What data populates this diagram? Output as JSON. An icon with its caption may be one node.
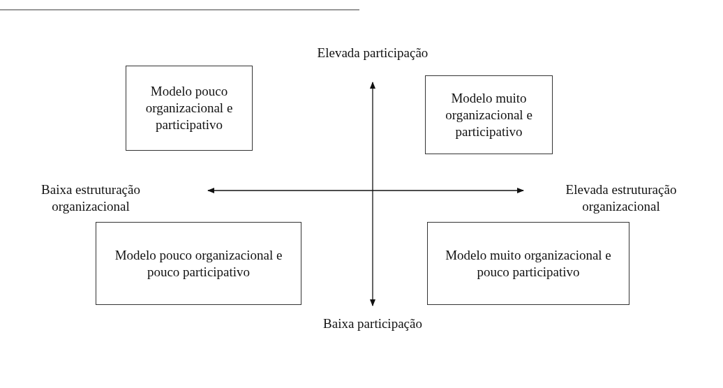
{
  "diagram": {
    "nodes": [
      {
        "text": [
          "Modelo pouco organizacional e participativo"
        ]
      },
      {
        "text": [
          "Modelo muito organizacional e participativo"
        ]
      },
      {
        "text": [
          "Modelo pouco organizacional e pouco participativo"
        ]
      },
      {
        "text": [
          "Modelo muito organizacional e pouco participativo"
        ]
      }
    ],
    "edges": [],
    "labels": [
      "Elevada participação",
      "Baixa estruturação organizacional",
      "Elevada estruturação organizacional",
      "Baixa participação"
    ]
  }
}
